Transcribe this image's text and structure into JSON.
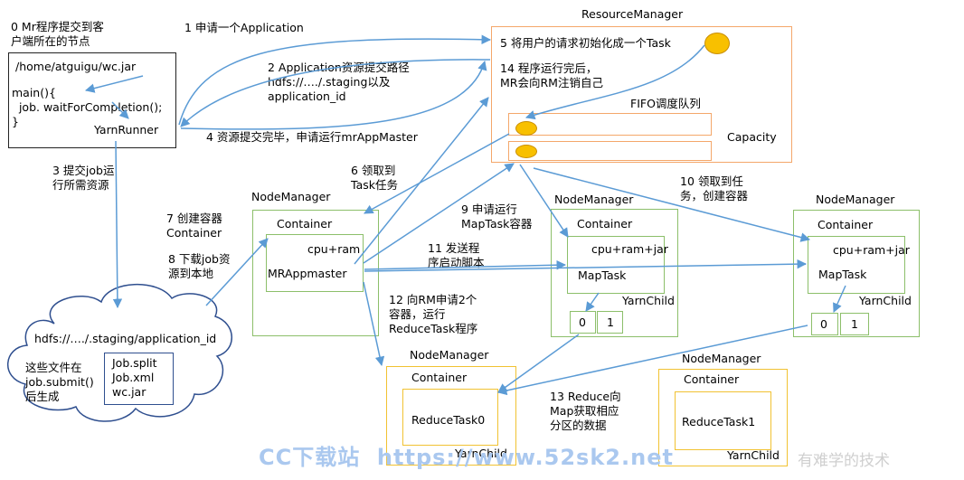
{
  "client": {
    "caption": "0 Mr程序提交到客\n户端所在的节点",
    "path": "/home/atguigu/wc.jar",
    "code": "main(){\n  job. waitForCompletion();\n}",
    "runner": "YarnRunner"
  },
  "steps": {
    "s1": "1 申请一个Application",
    "s2": "2 Application资源提交路径\nhdfs://…./.staging以及\napplication_id",
    "s3": "3 提交job运\n行所需资源",
    "s4": "4 资源提交完毕，申请运行mrAppMaster",
    "s6": "6 领取到\nTask任务",
    "s7": "7 创建容器\nContainer",
    "s8": "8 下载job资\n源到本地",
    "s9": "9 申请运行\nMapTask容器",
    "s10": "10 领取到任\n务，创建容器",
    "s11": "11 发送程\n序启动脚本",
    "s12": "12 向RM申请2个\n容器，运行\nReduceTask程序",
    "s13": "13 Reduce向\nMap获取相应\n分区的数据"
  },
  "rm": {
    "title": "ResourceManager",
    "s5": "5 将用户的请求初始化成一个Task",
    "s14": "14 程序运行完后，\nMR会向RM注销自己",
    "queue_title": "FIFO调度队列",
    "capacity": "Capacity"
  },
  "hdfs": {
    "path": "hdfs://…./.staging/application_id",
    "note": "这些文件在\njob.submit()\n后生成",
    "files": "Job.split\nJob.xml\nwc.jar"
  },
  "nm_master": {
    "title": "NodeManager",
    "container": "Container",
    "res": "cpu+ram",
    "app": "MRAppmaster"
  },
  "nm_map1": {
    "title": "NodeManager",
    "container": "Container",
    "res": "cpu+ram+jar",
    "task": "MapTask",
    "child": "YarnChild",
    "p0": "0",
    "p1": "1"
  },
  "nm_map2": {
    "title": "NodeManager",
    "container": "Container",
    "res": "cpu+ram+jar",
    "task": "MapTask",
    "child": "YarnChild",
    "p0": "0",
    "p1": "1"
  },
  "nm_red0": {
    "title": "NodeManager",
    "container": "Container",
    "task": "ReduceTask0",
    "child": "YarnChild"
  },
  "nm_red1": {
    "title": "NodeManager",
    "container": "Container",
    "task": "ReduceTask1",
    "child": "YarnChild"
  },
  "watermark": {
    "site": "CC下载站  https://www.52sk2.net",
    "slogan": "有难学的技术"
  },
  "colors": {
    "arrow": "#5b9bd5",
    "orange_border": "#f4a76a",
    "green_border": "#8cbf6a",
    "yellow_border": "#f1c232",
    "dot": "#f8c000",
    "watermark": "#aac8ef"
  }
}
